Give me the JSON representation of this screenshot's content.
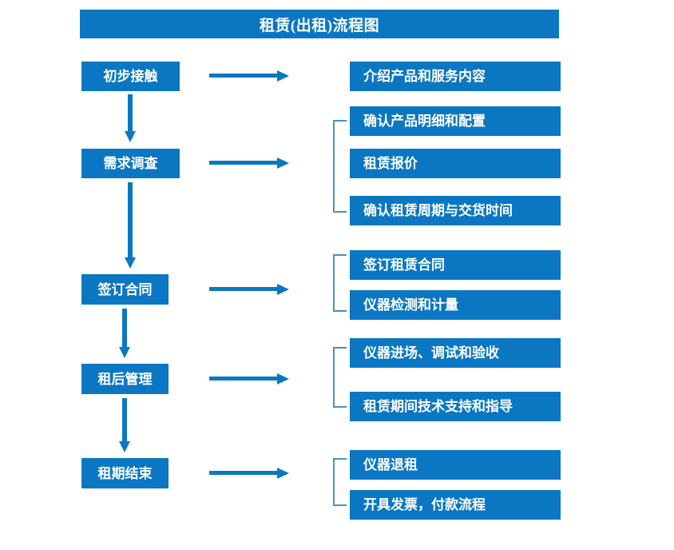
{
  "title": {
    "text": "租赁(出租)流程图"
  },
  "colors": {
    "brand_blue": "#0b77c2",
    "bracket_blue": "#4a8fc4",
    "arrow_blue": "#0b77c2",
    "text_white": "#ffffff",
    "background": "#ffffff"
  },
  "chart_data": {
    "type": "diagram",
    "title": "租赁(出租)流程图",
    "diagram_kind": "flowchart",
    "orientation": "vertical-stages-with-horizontal-details",
    "stages": [
      {
        "label": "初步接触",
        "details": [
          "介绍产品和服务内容"
        ],
        "has_bracket": false
      },
      {
        "label": "需求调查",
        "details": [
          "确认产品明细和配置",
          "租赁报价",
          "确认租赁周期与交货时间"
        ],
        "has_bracket": true
      },
      {
        "label": "签订合同",
        "details": [
          "签订租赁合同",
          "仪器检测和计量"
        ],
        "has_bracket": true
      },
      {
        "label": "租后管理",
        "details": [
          "仪器进场、调试和验收",
          "租赁期间技术支持和指导"
        ],
        "has_bracket": true
      },
      {
        "label": "租期结束",
        "details": [
          "仪器退租",
          "开具发票，付款流程"
        ],
        "has_bracket": true
      }
    ]
  },
  "stage_boxes": [
    {
      "label": "初步接触"
    },
    {
      "label": "需求调查"
    },
    {
      "label": "签订合同"
    },
    {
      "label": "租后管理"
    },
    {
      "label": "租期结束"
    }
  ],
  "detail_boxes": [
    {
      "label": "介绍产品和服务内容"
    },
    {
      "label": "确认产品明细和配置"
    },
    {
      "label": "租赁报价"
    },
    {
      "label": "确认租赁周期与交货时间"
    },
    {
      "label": "签订租赁合同"
    },
    {
      "label": "仪器检测和计量"
    },
    {
      "label": "仪器进场、调试和验收"
    },
    {
      "label": "租赁期间技术支持和指导"
    },
    {
      "label": "仪器退租"
    },
    {
      "label": "开具发票，付款流程"
    }
  ],
  "connectors": {
    "horizontal_arrow_count": 5,
    "vertical_arrow_count": 4,
    "bracket_count": 4
  }
}
